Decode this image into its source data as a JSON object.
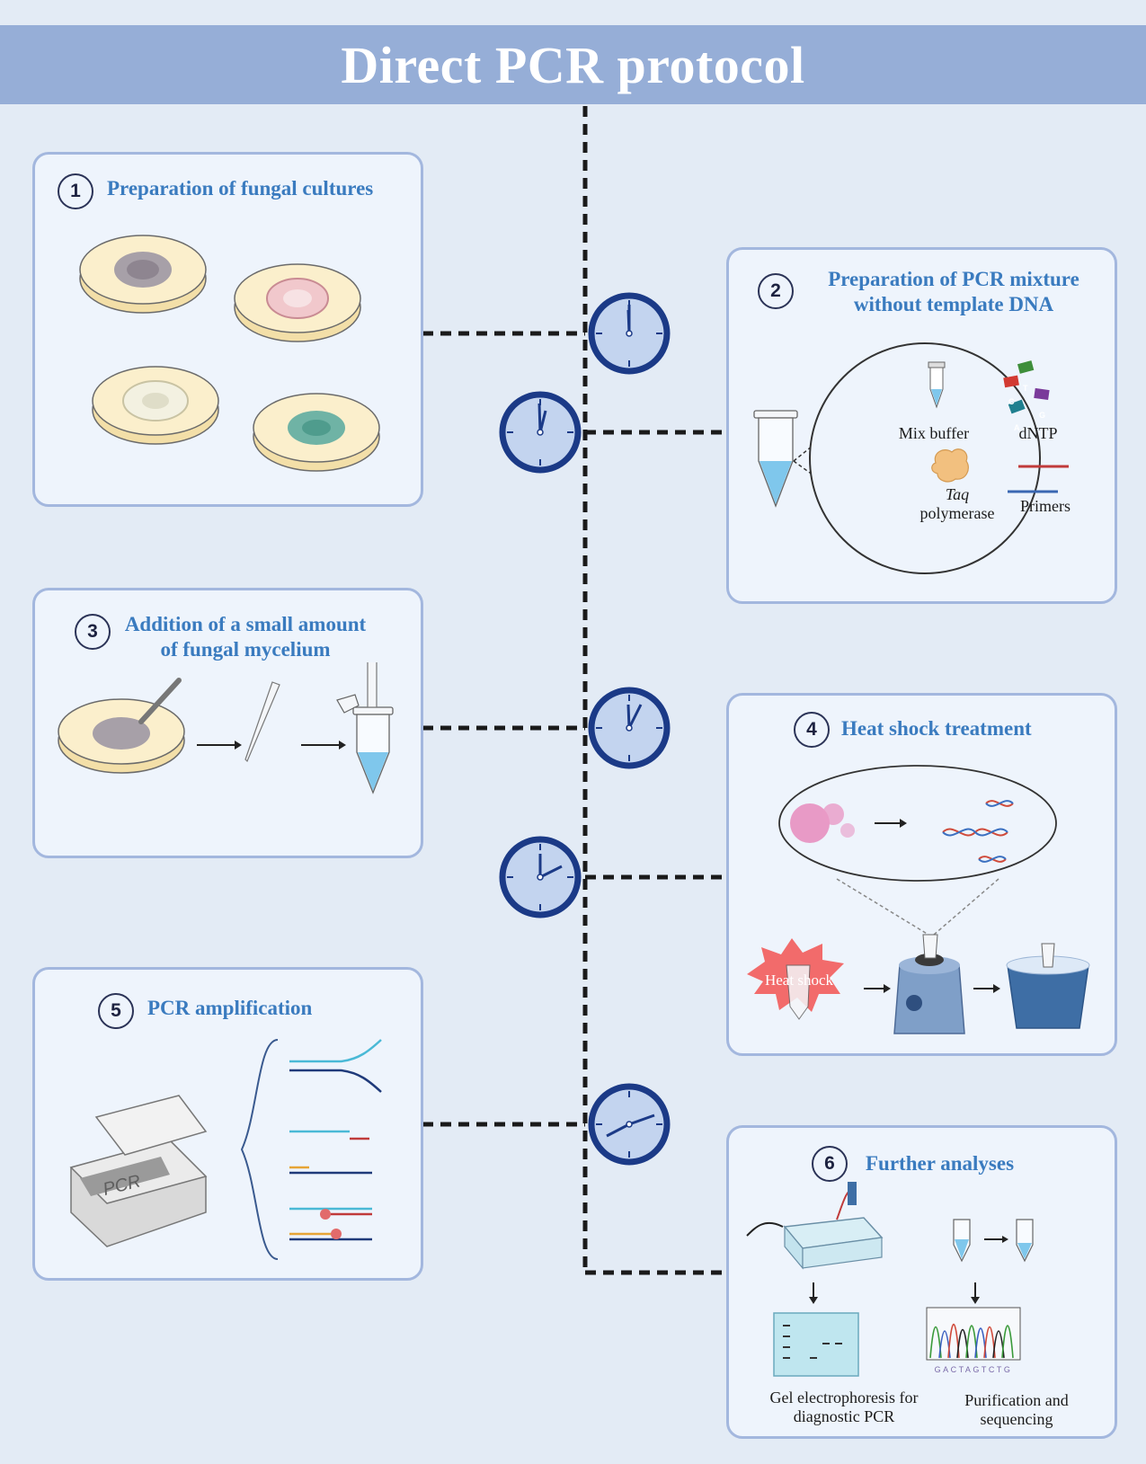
{
  "title": "Direct PCR protocol",
  "steps": [
    {
      "number": "1",
      "title": "Preparation of fungal cultures"
    },
    {
      "number": "2",
      "title_line1": "Preparation of PCR mixture",
      "title_line2": "without template DNA"
    },
    {
      "number": "3",
      "title_line1": "Addition of a small amount",
      "title_line2": "of fungal mycelium"
    },
    {
      "number": "4",
      "title": "Heat shock treatment"
    },
    {
      "number": "5",
      "title": "PCR amplification"
    },
    {
      "number": "6",
      "title": "Further analyses"
    }
  ],
  "reagents": {
    "mix_buffer": "Mix buffer",
    "dntp": "dNTP",
    "taq": "Taq",
    "polymerase": "polymerase",
    "primers": "Primers",
    "nucleotides": [
      "T",
      "C",
      "G",
      "A"
    ]
  },
  "heat_shock_label": "Heat shock",
  "pcr_machine_label": "PCR",
  "analyses": {
    "gel_line1": "Gel electrophoresis for",
    "gel_line2": "diagnostic PCR",
    "seq_line1": "Purification and",
    "seq_line2": "sequencing",
    "sequence": "GACTAGTCTG"
  },
  "colors": {
    "banner": "#96aed7",
    "title_text": "#3a7bbf",
    "clock_rim": "#1b3a87",
    "clock_face": "#c3d4ef",
    "box_border": "#a3b7de"
  }
}
